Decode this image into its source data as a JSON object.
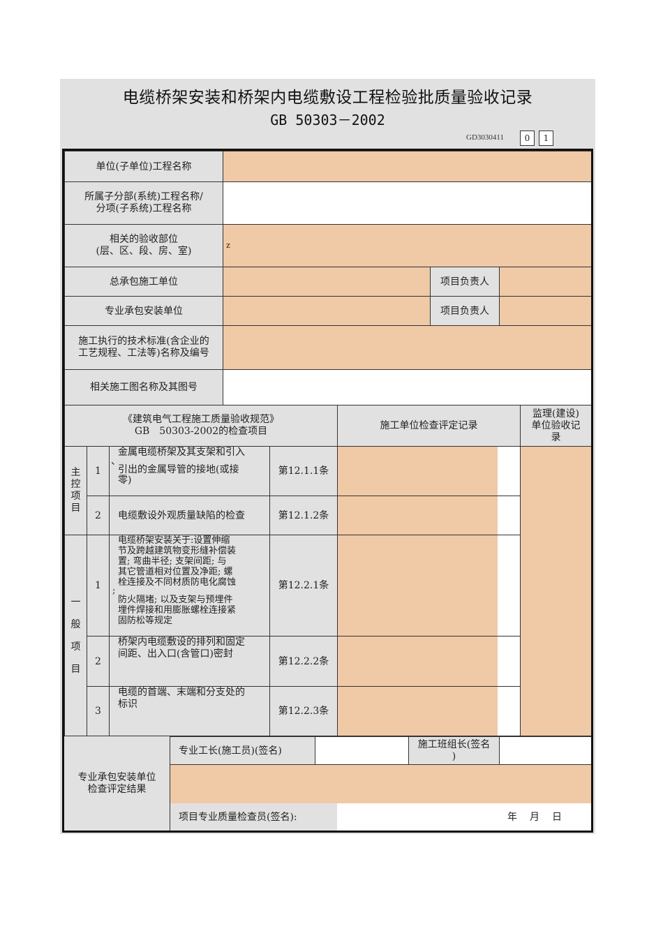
{
  "header": {
    "title": "电缆桥架安装和桥架内电缆敷设工程检验批质量验收记录",
    "standard": "GB 50303－2002",
    "form_code": "GD3030411",
    "code_box_1": "0",
    "code_box_2": "1"
  },
  "info": {
    "unit_project_label": "单位(子单位)工程名称",
    "unit_project_value": "",
    "sub_project_label_1": "所属子分部(系统)工程名称/",
    "sub_project_label_2": "分项(子系统)工程名称",
    "sub_project_value": "",
    "location_label_1": "相关的验收部位",
    "location_label_2": "(层、区、段、房、室)",
    "location_value": "z",
    "general_contractor_label": "总承包施工单位",
    "general_contractor_value": "",
    "gc_manager_label": "项目负责人",
    "gc_manager_value": "",
    "sub_contractor_label": "专业承包安装单位",
    "sub_contractor_value": "",
    "sc_manager_label": "项目负责人",
    "sc_manager_value": "",
    "standard_label_1": "施工执行的技术标准(含企业的",
    "standard_label_2": "工艺规程、工法等)名称及编号",
    "standard_value": "",
    "drawing_label": "相关施工图名称及其图号",
    "drawing_value": ""
  },
  "inspection": {
    "spec_header_1": "《建筑电气工程施工质量验收规范》",
    "spec_header_2": "GB　50303-2002的检查项目",
    "contractor_record_header": "施工单位检查评定记录",
    "supervisor_header_1": "监理(建设)",
    "supervisor_header_2": "单位验收记",
    "supervisor_header_3": "录",
    "main_control": {
      "group_label": [
        "主",
        "控",
        "项",
        "目"
      ],
      "items": [
        {
          "no": "1",
          "desc_1": "金属电缆桥架及其支架和引入",
          "desc_2": "、",
          "desc_3": "引出的金属导管的接地(或接",
          "desc_4": "零)",
          "clause": "第12.1.1条"
        },
        {
          "no": "2",
          "desc_1": "电缆敷设外观质量缺陷的检查",
          "clause": "第12.1.2条"
        }
      ]
    },
    "general": {
      "group_label": [
        "一",
        "般",
        "项",
        "目"
      ],
      "items": [
        {
          "no": "1",
          "desc_1": "电缆桥架安装关于:设置伸缩",
          "desc_2": "节及跨越建筑物变形缝补偿装",
          "desc_3": "置; 弯曲半径; 支架间距; 与",
          "desc_4": "其它管道相对位置及净距; 螺",
          "desc_5": "栓连接及不同材质防电化腐蚀",
          "desc_6": ";",
          "desc_7": "防火隔堵; 以及支架与预埋件",
          "desc_8": "埋件焊接和用膨胀螺栓连接紧",
          "desc_9": "固防松等规定",
          "clause": "第12.2.1条"
        },
        {
          "no": "2",
          "desc_1": "桥架内电缆敷设的排列和固定",
          "desc_2": "间距、出入口(含管口)密封",
          "clause": "第12.2.2条"
        },
        {
          "no": "3",
          "desc_1": "电缆的首端、末端和分支处的",
          "desc_2": "标识",
          "clause": "第12.2.3条"
        }
      ]
    }
  },
  "result": {
    "section_label_1": "专业承包安装单位",
    "section_label_2": "检查评定结果",
    "foreman_label": "专业工长(施工员)(签名)",
    "foreman_value": "",
    "team_leader_label_1": "施工班组长(签名",
    "team_leader_label_2": ")",
    "team_leader_value": "",
    "result_value": "",
    "inspector_label": "项目专业质量检查员(签名):",
    "inspector_value": "",
    "date_year": "年",
    "date_month": "月",
    "date_day": "日"
  }
}
